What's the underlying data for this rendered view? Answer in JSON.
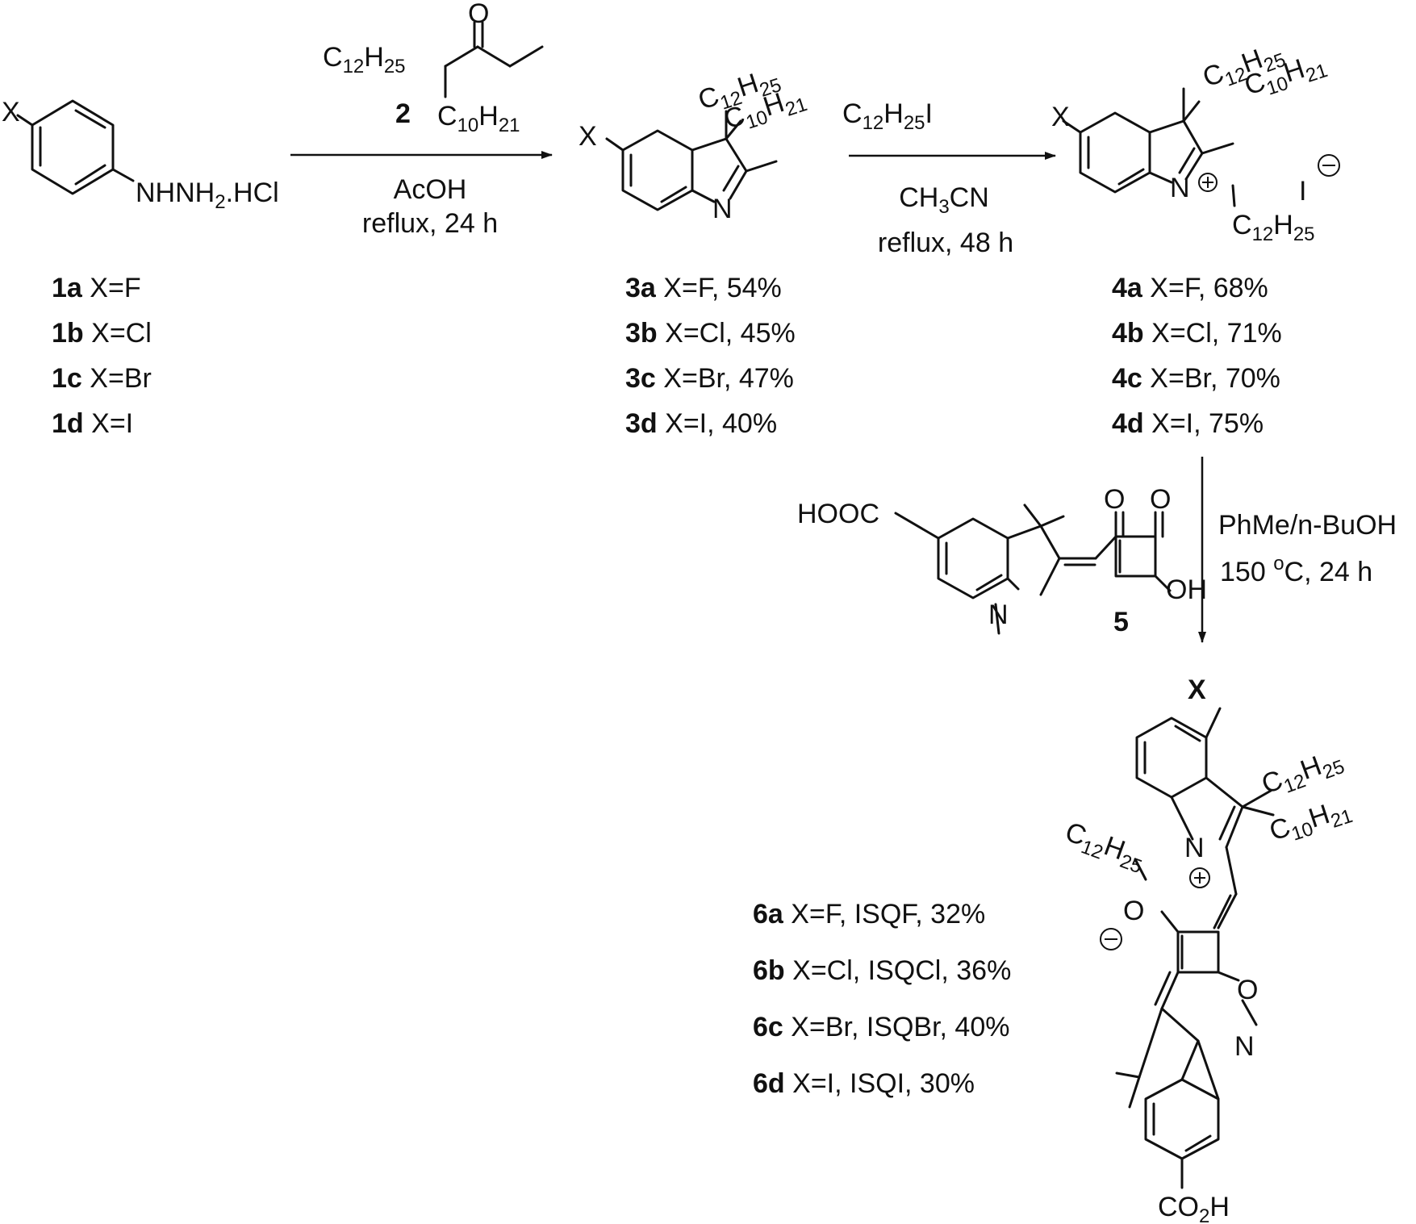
{
  "compound_1": {
    "substituent": "X",
    "group": "NHNH2.HCl",
    "variants": [
      {
        "id": "1a",
        "desc": "X=F"
      },
      {
        "id": "1b",
        "desc": "X=Cl"
      },
      {
        "id": "1c",
        "desc": "X=Br"
      },
      {
        "id": "1d",
        "desc": "X=I"
      }
    ]
  },
  "step1": {
    "reagent_number": "2",
    "reagent_chain_a": "C12H25",
    "reagent_chain_b": "C10H21",
    "reagent_o": "O",
    "conditions_1": "AcOH",
    "conditions_2": "reflux, 24 h"
  },
  "compound_3": {
    "substituent": "X",
    "n_label": "N",
    "chain_a": "C12H25",
    "chain_b": "C10H21",
    "variants": [
      {
        "id": "3a",
        "desc": "X=F, 54%"
      },
      {
        "id": "3b",
        "desc": "X=Cl, 45%"
      },
      {
        "id": "3c",
        "desc": "X=Br, 47%"
      },
      {
        "id": "3d",
        "desc": "X=I, 40%"
      }
    ]
  },
  "step2": {
    "reagent": "C12H25I",
    "conditions_1": "CH3CN",
    "conditions_2": "reflux, 48 h"
  },
  "compound_4": {
    "substituent": "X",
    "n_label": "N",
    "chain_a": "C12H25",
    "chain_b": "C10H21",
    "n_chain": "C12H25",
    "counterion": "I",
    "variants": [
      {
        "id": "4a",
        "desc": "X=F, 68%"
      },
      {
        "id": "4b",
        "desc": "X=Cl, 71%"
      },
      {
        "id": "4c",
        "desc": "X=Br, 70%"
      },
      {
        "id": "4d",
        "desc": "X=I, 75%"
      }
    ]
  },
  "compound_5": {
    "number": "5",
    "acid_group": "HOOC",
    "n_label": "N",
    "o1": "O",
    "o2": "O",
    "oh": "OH"
  },
  "step3": {
    "conditions_1": "PhMe/n-BuOH",
    "conditions_2_prefix": "150 ",
    "conditions_2_deg": "o",
    "conditions_2_suffix": "C, 24 h"
  },
  "compound_6": {
    "substituent": "X",
    "n_label": "N",
    "chain_a": "C12H25",
    "chain_b": "C10H21",
    "n_chain": "C12H25",
    "o_minus": "O",
    "o_keto": "O",
    "n2_label": "N",
    "acid_group": "CO2H",
    "variants": [
      {
        "id": "6a",
        "desc": "X=F, ISQF, 32%"
      },
      {
        "id": "6b",
        "desc": "X=Cl, ISQCl, 36%"
      },
      {
        "id": "6c",
        "desc": "X=Br, ISQBr, 40%"
      },
      {
        "id": "6d",
        "desc": "X=I, ISQI, 30%"
      }
    ]
  }
}
